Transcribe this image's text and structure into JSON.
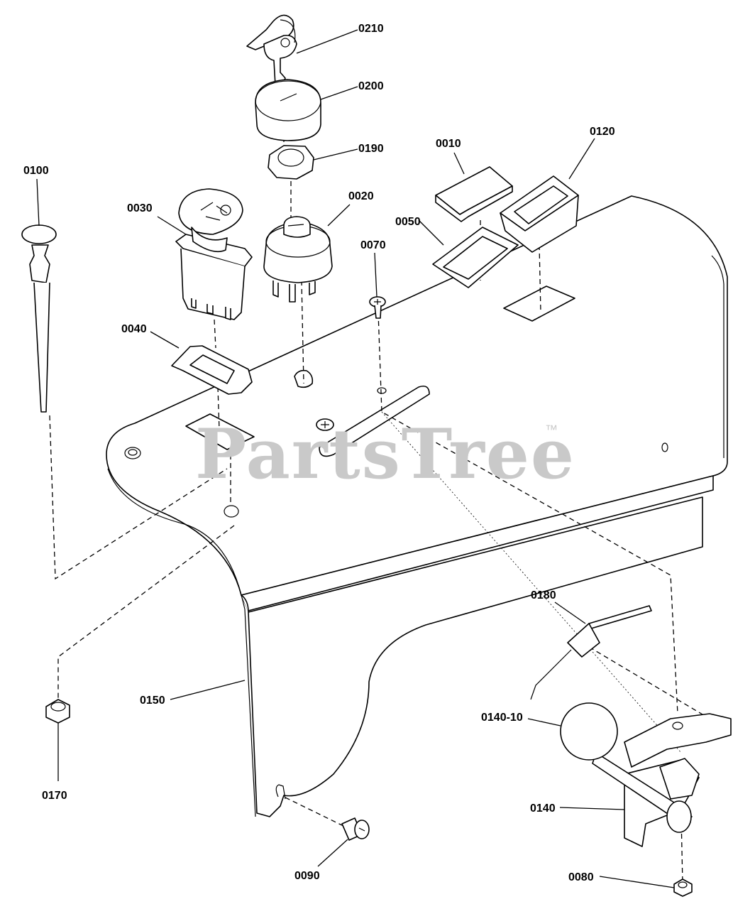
{
  "watermark": {
    "text": "PartsTree",
    "trademark": "™"
  },
  "callouts": [
    {
      "id": "0210",
      "label": "0210"
    },
    {
      "id": "0200",
      "label": "0200"
    },
    {
      "id": "0190",
      "label": "0190"
    },
    {
      "id": "0010",
      "label": "0010"
    },
    {
      "id": "0120",
      "label": "0120"
    },
    {
      "id": "0100",
      "label": "0100"
    },
    {
      "id": "0030",
      "label": "0030"
    },
    {
      "id": "0020",
      "label": "0020"
    },
    {
      "id": "0050",
      "label": "0050"
    },
    {
      "id": "0070",
      "label": "0070"
    },
    {
      "id": "0040",
      "label": "0040"
    },
    {
      "id": "0180",
      "label": "0180"
    },
    {
      "id": "0150",
      "label": "0150"
    },
    {
      "id": "0140-10",
      "label": "0140-10"
    },
    {
      "id": "0170",
      "label": "0170"
    },
    {
      "id": "0140",
      "label": "0140"
    },
    {
      "id": "0090",
      "label": "0090"
    },
    {
      "id": "0080",
      "label": "0080"
    }
  ]
}
